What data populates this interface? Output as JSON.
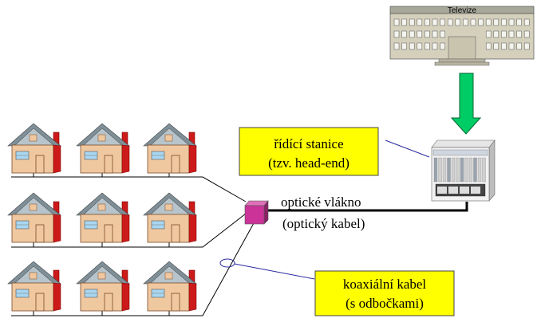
{
  "building": {
    "title": "Televize"
  },
  "head_end": {
    "line1": "řídící stanice",
    "line2": "(tzv. head-end)"
  },
  "fiber": {
    "line1": "optické vlákno",
    "line2": "(optický kabel)"
  },
  "coax": {
    "line1": "koaxiální kabel",
    "line2": "(s odbočkami)"
  },
  "colors": {
    "callout_fill": "#ffff00",
    "arrow_green": "#00cc66",
    "splitter_magenta": "#cc3399",
    "house_wall": "#f0c8a0",
    "house_roof": "#8a9aa3",
    "chimney_red": "#cc1a1a",
    "window_blue": "#a9d6f0",
    "building_body": "#d4d0bc",
    "building_top": "#a8a89a",
    "coax_leader": "#2a2aa0"
  },
  "houses": {
    "rows": 3,
    "per_row": 3
  }
}
